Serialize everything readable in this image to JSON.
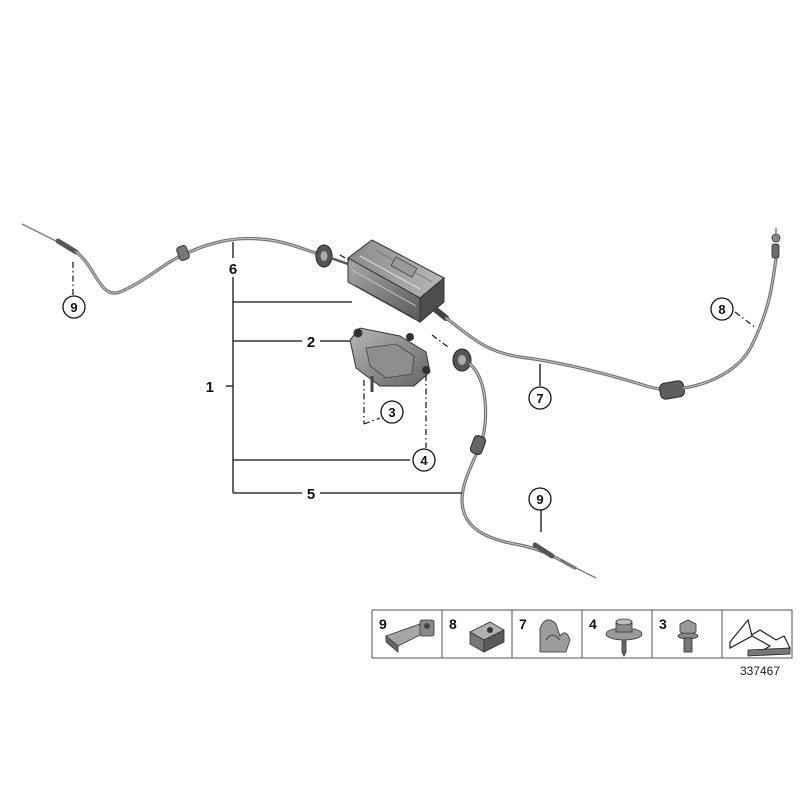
{
  "labels": {
    "l1": "1",
    "l2": "2",
    "l3": "3",
    "l4": "4",
    "l5": "5",
    "l6": "6",
    "l7": "7",
    "l8": "8",
    "l9a": "9",
    "l9b": "9"
  },
  "strip": {
    "items": [
      {
        "number": "9",
        "icon": "clip-bracket-icon"
      },
      {
        "number": "8",
        "icon": "cable-holder-icon"
      },
      {
        "number": "7",
        "icon": "spring-clip-icon"
      },
      {
        "number": "4",
        "icon": "flange-screw-icon"
      },
      {
        "number": "3",
        "icon": "hex-bolt-icon"
      }
    ],
    "direction_icon": "arrow-direction-icon"
  },
  "diagram_id": "337467"
}
